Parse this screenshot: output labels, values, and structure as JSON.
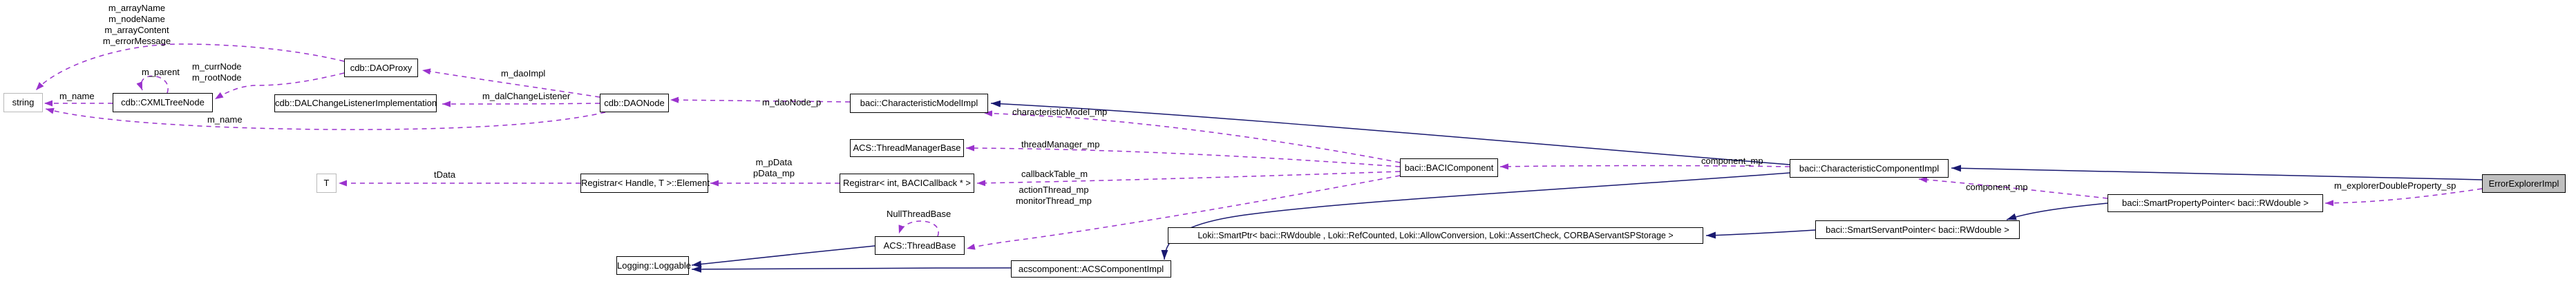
{
  "diagram": {
    "kind": "collaboration-graph",
    "focus_node": "ErrorExplorerImpl",
    "colors": {
      "inheritance_edge": "#191970",
      "usage_edge": "#9a32cd",
      "node_fill": "#ffffff",
      "node_border": "#000000",
      "external_node_border": "#b9b9b9",
      "focus_node_fill": "#bfbfbf",
      "text": "#000000",
      "background": "#ffffff"
    },
    "nodes": [
      {
        "id": "string",
        "label": "string"
      },
      {
        "id": "cxml-tree-node",
        "label": "cdb::CXMLTreeNode"
      },
      {
        "id": "dao-proxy",
        "label": "cdb::DAOProxy"
      },
      {
        "id": "dal-change-listener-implementation",
        "label": "cdb::DALChangeListenerImplementation"
      },
      {
        "id": "dao-node",
        "label": "cdb::DAONode"
      },
      {
        "id": "characteristic-model-impl",
        "label": "baci::CharacteristicModelImpl"
      },
      {
        "id": "thread-manager-base",
        "label": "ACS::ThreadManagerBase"
      },
      {
        "id": "registrar-int-bacicallback",
        "label": "Registrar< int, BACICallback * >"
      },
      {
        "id": "registrar-handle-t-element",
        "label": "Registrar< Handle, T >::Element"
      },
      {
        "id": "t",
        "label": "T"
      },
      {
        "id": "acs-thread-base",
        "label": "ACS::ThreadBase"
      },
      {
        "id": "logging-loggable",
        "label": "Logging::Loggable"
      },
      {
        "id": "acs-component-impl",
        "label": "acscomponent::ACSComponentImpl"
      },
      {
        "id": "loki-smart-ptr",
        "label": "Loki::SmartPtr< baci::RWdouble , Loki::RefCounted, Loki::AllowConversion, Loki::AssertCheck, CORBAServantSPStorage >"
      },
      {
        "id": "baci-component",
        "label": "baci::BACIComponent"
      },
      {
        "id": "characteristic-component-impl",
        "label": "baci::CharacteristicComponentImpl"
      },
      {
        "id": "smart-servant-pointer",
        "label": "baci::SmartServantPointer< baci::RWdouble >"
      },
      {
        "id": "smart-property-pointer",
        "label": "baci::SmartPropertyPointer< baci::RWdouble >"
      },
      {
        "id": "error-explorer-impl",
        "label": "ErrorExplorerImpl"
      }
    ],
    "edge_labels": [
      {
        "id": "dao-proxy-strings",
        "text": "m_arrayName\nm_nodeName\nm_arrayContent\nm_errorMessage"
      },
      {
        "id": "m-parent",
        "text": "m_parent"
      },
      {
        "id": "m-name-cxml",
        "text": "m_name"
      },
      {
        "id": "m-currnode-rootnode",
        "text": "m_currNode\nm_rootNode"
      },
      {
        "id": "m-name-daonode",
        "text": "m_name"
      },
      {
        "id": "m-daoimpl",
        "text": "m_daoImpl"
      },
      {
        "id": "m-dalchangelistener",
        "text": "m_dalChangeListener"
      },
      {
        "id": "m-daonode-p",
        "text": "m_daoNode_p"
      },
      {
        "id": "characteristicmodel-mp",
        "text": "characteristicModel_mp"
      },
      {
        "id": "threadmanager-mp",
        "text": "threadManager_mp"
      },
      {
        "id": "m-pdata-pdata-mp",
        "text": "m_pData\npData_mp"
      },
      {
        "id": "callbacktable-m",
        "text": "callbackTable_m"
      },
      {
        "id": "action-monitor-thread-mp",
        "text": "actionThread_mp\nmonitorThread_mp"
      },
      {
        "id": "tdata",
        "text": "tData"
      },
      {
        "id": "nullthreadbase",
        "text": "NullThreadBase"
      },
      {
        "id": "component-mp-left",
        "text": "component_mp"
      },
      {
        "id": "component-mp-right",
        "text": "component_mp"
      },
      {
        "id": "m-explorerdoubleproperty-sp",
        "text": "m_explorerDoubleProperty_sp"
      }
    ]
  }
}
